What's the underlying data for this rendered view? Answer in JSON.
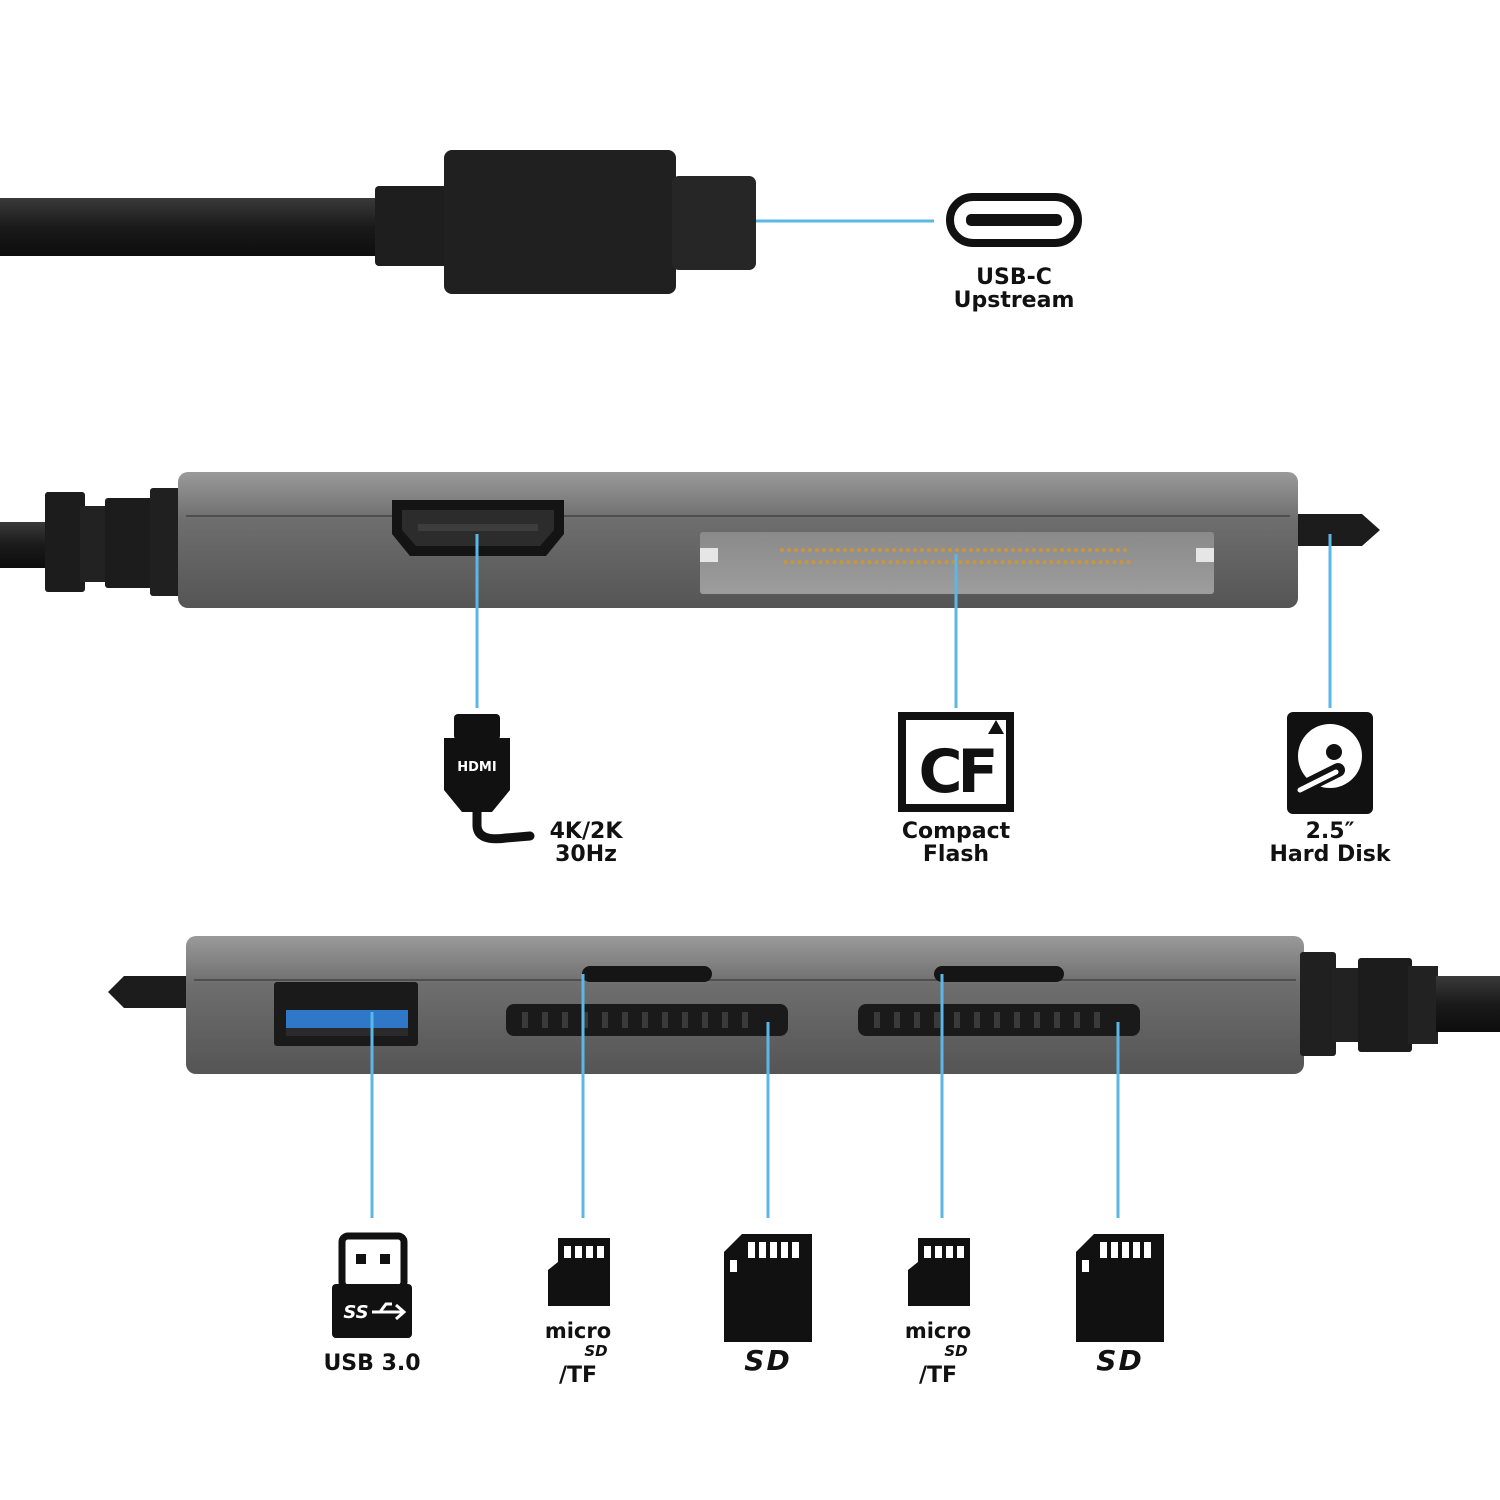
{
  "colors": {
    "accent": "#5bb8e6",
    "hub_body": "#6e6e6e",
    "cable": "#1a1a1a",
    "usb_blue": "#2f78c8",
    "cf_pins": "#c8963c"
  },
  "usb_c": {
    "label_line1": "USB-C",
    "label_line2": "Upstream"
  },
  "hdmi": {
    "icon_text": "HDMI",
    "label_line1": "4K/2K",
    "label_line2": "30Hz"
  },
  "compact_flash": {
    "icon_text": "CF",
    "label_line1": "Compact",
    "label_line2": "Flash"
  },
  "hard_disk": {
    "label_line1": "2.5″",
    "label_line2": "Hard Disk"
  },
  "usb3": {
    "icon_text": "SS",
    "label": "USB 3.0"
  },
  "microsd_1": {
    "logo_top": "micro",
    "logo_bottom": "SD",
    "suffix": "/TF"
  },
  "sd_1": {
    "logo": "SD"
  },
  "microsd_2": {
    "logo_top": "micro",
    "logo_bottom": "SD",
    "suffix": "/TF"
  },
  "sd_2": {
    "logo": "SD"
  }
}
